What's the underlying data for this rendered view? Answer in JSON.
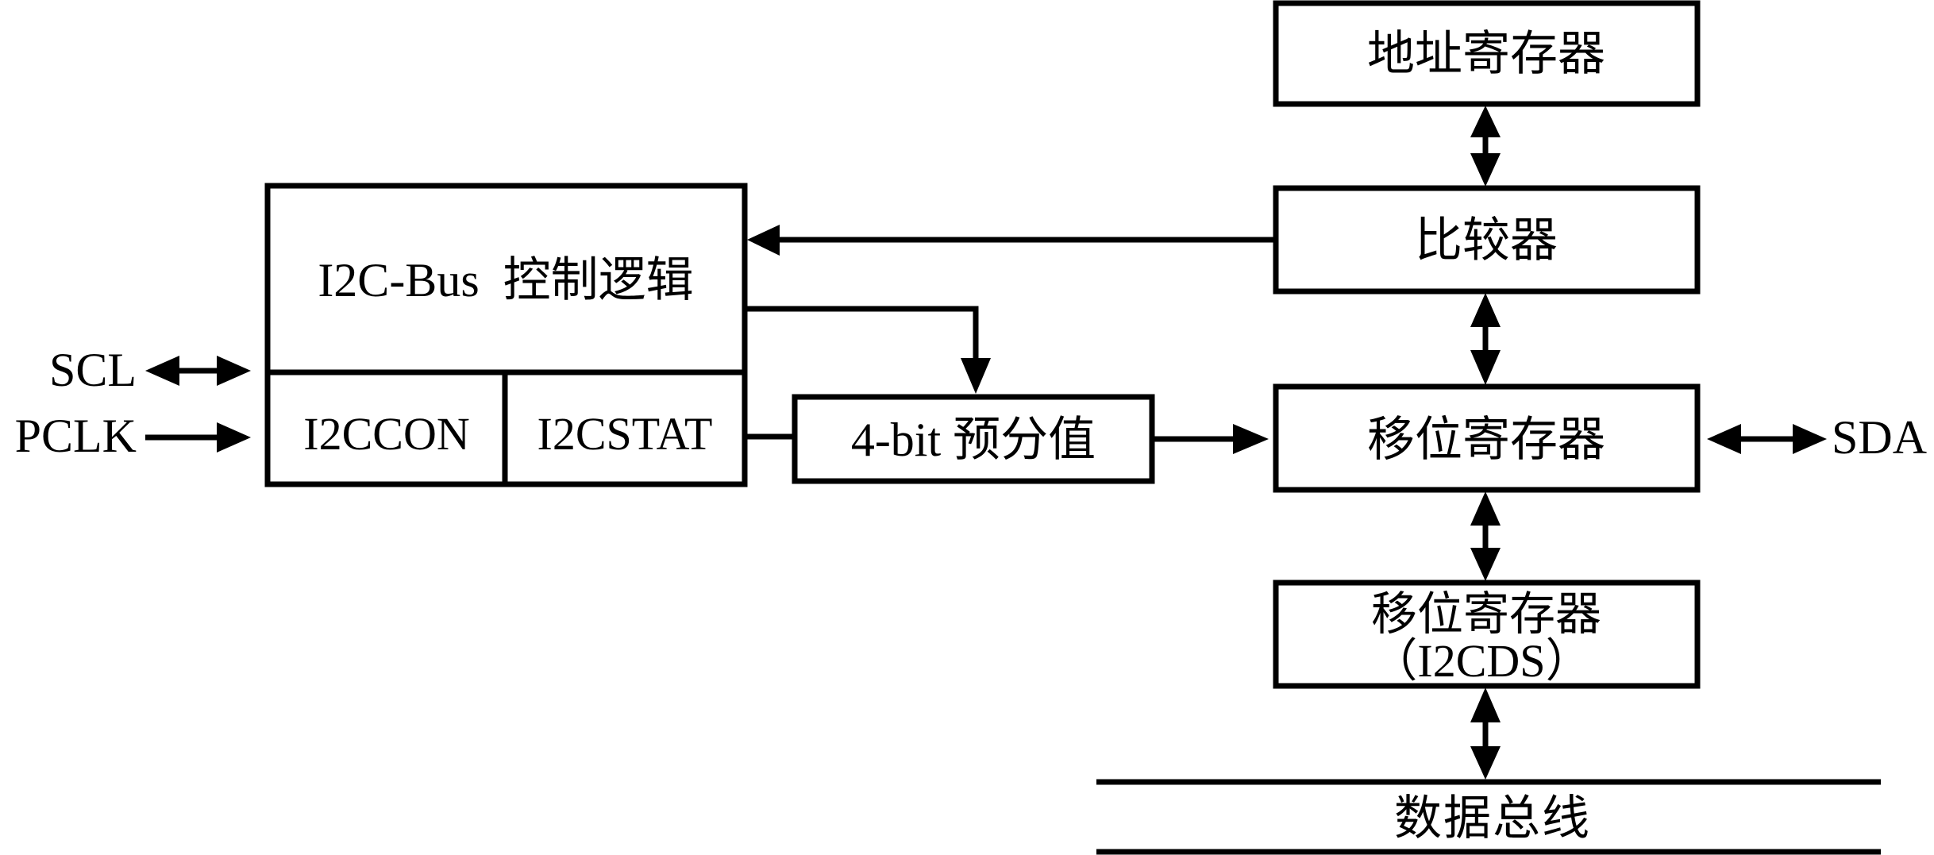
{
  "diagram": {
    "title": "I2C-Bus block diagram",
    "control_logic": {
      "label": "I2C-Bus  控制逻辑",
      "registers": [
        "I2CCON",
        "I2CSTAT"
      ]
    },
    "prescaler": {
      "label": "4-bit 预分值"
    },
    "address_register": {
      "label": "地址寄存器"
    },
    "comparator": {
      "label": "比较器"
    },
    "shift_register": {
      "label": "移位寄存器"
    },
    "data_shift_register": {
      "label_line1": "移位寄存器",
      "label_line2": "（I2CDS）"
    },
    "data_bus": {
      "label": "数据总线"
    },
    "signals": {
      "scl": "SCL",
      "pclk": "PCLK",
      "sda": "SDA"
    },
    "connections": [
      {
        "from": "comparator",
        "to": "control_logic",
        "direction": "one-way"
      },
      {
        "from": "control_logic",
        "to": "prescaler",
        "direction": "one-way"
      },
      {
        "from": "I2CSTAT",
        "to": "prescaler",
        "direction": "line"
      },
      {
        "from": "prescaler",
        "to": "shift_register",
        "direction": "one-way"
      },
      {
        "from": "address_register",
        "to": "comparator",
        "direction": "two-way"
      },
      {
        "from": "comparator",
        "to": "shift_register",
        "direction": "two-way"
      },
      {
        "from": "shift_register",
        "to": "data_shift_register",
        "direction": "two-way"
      },
      {
        "from": "data_shift_register",
        "to": "data_bus",
        "direction": "two-way"
      },
      {
        "from": "shift_register",
        "to": "SDA",
        "direction": "two-way"
      },
      {
        "from": "SCL",
        "to": "control_logic",
        "direction": "two-way"
      },
      {
        "from": "PCLK",
        "to": "control_logic",
        "direction": "one-way"
      }
    ]
  }
}
